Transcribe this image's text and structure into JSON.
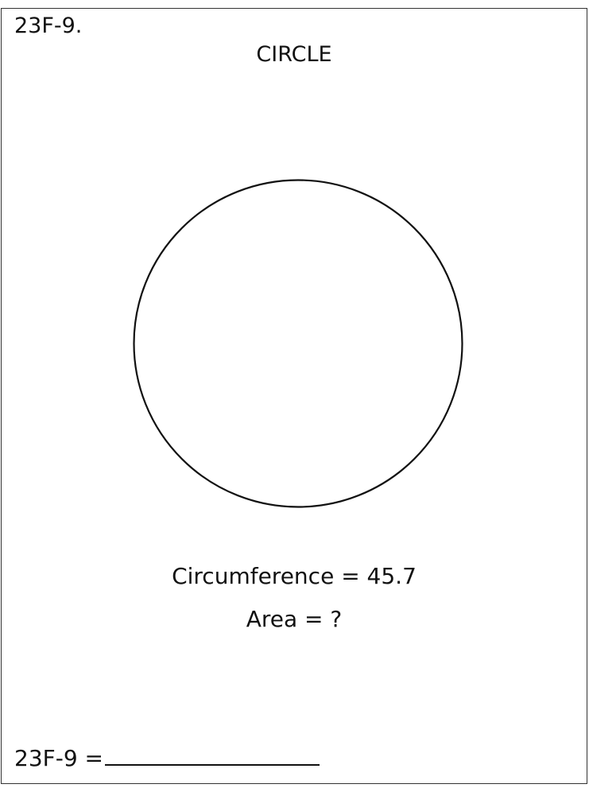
{
  "problem": {
    "id_label": "23F-9.",
    "shape_title": "CIRCLE",
    "circumference_text": "Circumference = 45.7",
    "area_text": "Area = ?",
    "answer_prefix": "23F-9 ="
  },
  "colors": {
    "ink": "#111111",
    "border": "#333333",
    "paper": "#ffffff"
  }
}
